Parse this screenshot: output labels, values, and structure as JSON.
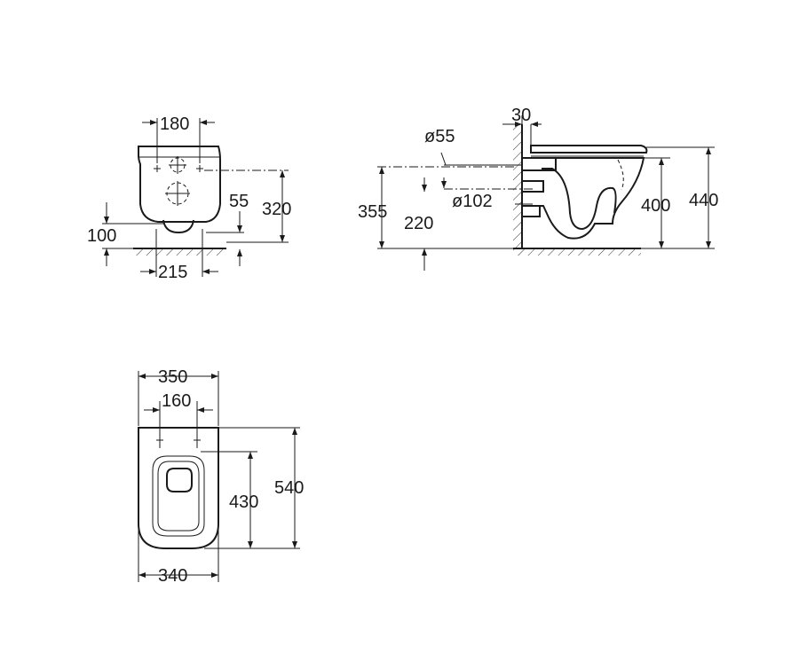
{
  "front_view": {
    "dim_width_top": "180",
    "dim_height_55": "55",
    "dim_height_320": "320",
    "dim_height_100": "100",
    "dim_width_bottom": "215"
  },
  "side_view": {
    "dim_wall_30": "30",
    "dim_dia_55": "ø55",
    "dim_dia_102": "ø102",
    "dim_height_355": "355",
    "dim_height_220": "220",
    "dim_height_400": "400",
    "dim_height_440": "440"
  },
  "top_view": {
    "dim_width_350": "350",
    "dim_width_160": "160",
    "dim_depth_430": "430",
    "dim_depth_540": "540",
    "dim_width_340": "340"
  }
}
